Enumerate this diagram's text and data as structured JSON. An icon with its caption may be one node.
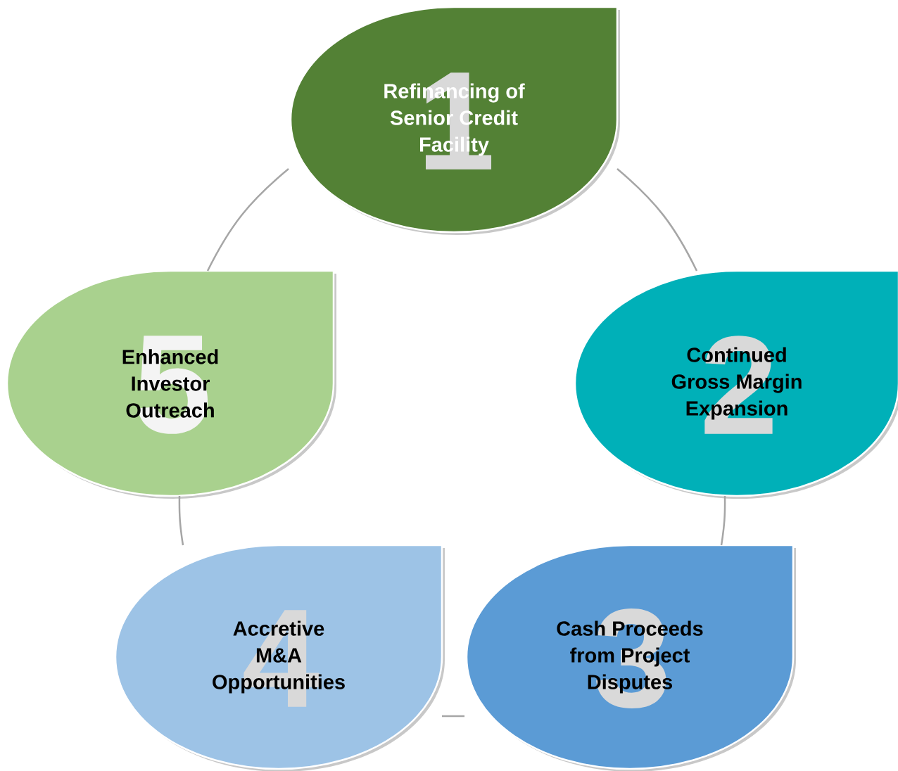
{
  "diagram": {
    "nodes": [
      {
        "text": [
          "1",
          "Refinancing of Senior Credit Facility"
        ]
      },
      {
        "text": [
          "2",
          "Continued Gross Margin Expansion"
        ]
      },
      {
        "text": [
          "3",
          "Cash Proceeds from Project Disputes"
        ]
      },
      {
        "text": [
          "4",
          "Accretive M&A Opportunities"
        ]
      },
      {
        "text": [
          "5",
          "Enhanced Investor Outreach"
        ]
      }
    ],
    "edges": [
      {
        "from": 0,
        "to": 1,
        "arrow": "none"
      },
      {
        "from": 1,
        "to": 2,
        "arrow": "none"
      },
      {
        "from": 2,
        "to": 3,
        "arrow": "none"
      },
      {
        "from": 3,
        "to": 4,
        "arrow": "none"
      },
      {
        "from": 4,
        "to": 0,
        "arrow": "none"
      }
    ]
  }
}
